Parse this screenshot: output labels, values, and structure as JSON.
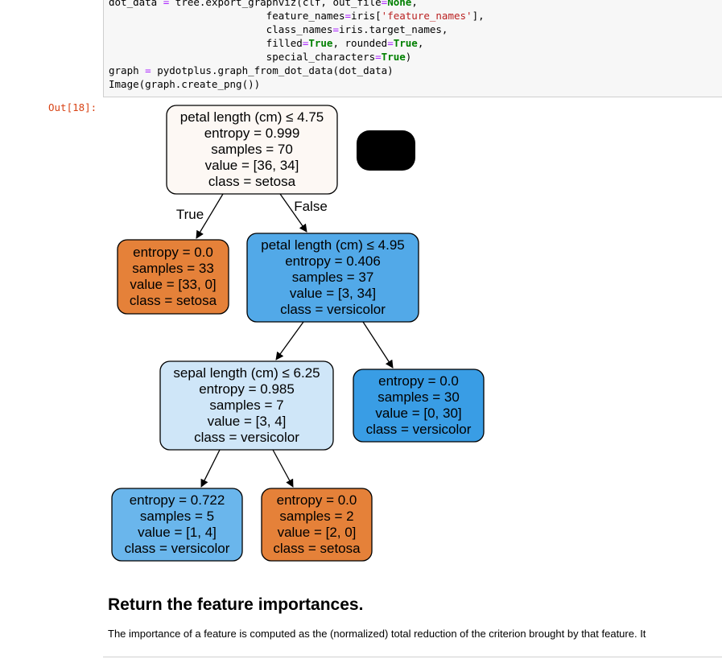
{
  "code_cell": {
    "lines": [
      [
        {
          "t": "dot_data ",
          "c": ""
        },
        {
          "t": "=",
          "c": "op"
        },
        {
          "t": " tree.export_graphviz(clf, out_file",
          "c": ""
        },
        {
          "t": "=",
          "c": "op"
        },
        {
          "t": "None",
          "c": "kw"
        },
        {
          "t": ",",
          "c": ""
        }
      ],
      [
        {
          "t": "                          feature_names",
          "c": ""
        },
        {
          "t": "=",
          "c": "op"
        },
        {
          "t": "iris[",
          "c": ""
        },
        {
          "t": "'feature_names'",
          "c": "str"
        },
        {
          "t": "],",
          "c": ""
        }
      ],
      [
        {
          "t": "                          class_names",
          "c": ""
        },
        {
          "t": "=",
          "c": "op"
        },
        {
          "t": "iris.target_names,",
          "c": ""
        }
      ],
      [
        {
          "t": "                          filled",
          "c": ""
        },
        {
          "t": "=",
          "c": "op"
        },
        {
          "t": "True",
          "c": "kw"
        },
        {
          "t": ", rounded",
          "c": ""
        },
        {
          "t": "=",
          "c": "op"
        },
        {
          "t": "True",
          "c": "kw"
        },
        {
          "t": ",",
          "c": ""
        }
      ],
      [
        {
          "t": "                          special_characters",
          "c": ""
        },
        {
          "t": "=",
          "c": "op"
        },
        {
          "t": "True",
          "c": "kw"
        },
        {
          "t": ")",
          "c": ""
        }
      ],
      [
        {
          "t": "graph ",
          "c": ""
        },
        {
          "t": "=",
          "c": "op"
        },
        {
          "t": " pydotplus.graph_from_dot_data(dot_data)",
          "c": ""
        }
      ],
      [
        {
          "t": "Image(graph.create_png())",
          "c": ""
        }
      ]
    ]
  },
  "output": {
    "prompt": "Out[18]:"
  },
  "tree": {
    "colors": {
      "setosa_pure": "#e58139",
      "root": "#fdf8f4",
      "versi_1": "#52a9e8",
      "versi_pure": "#399de5",
      "versi_light": "#cfe6f8",
      "versi_2": "#6ab6ec"
    },
    "nodes": [
      {
        "id": "n0",
        "lines": [
          "petal length (cm) ≤ 4.75",
          "entropy = 0.999",
          "samples = 70",
          "value = [36, 34]",
          "class = setosa"
        ]
      },
      {
        "id": "n1",
        "lines": [
          "entropy = 0.0",
          "samples = 33",
          "value = [33, 0]",
          "class = setosa"
        ]
      },
      {
        "id": "n2",
        "lines": [
          "petal length (cm) ≤ 4.95",
          "entropy = 0.406",
          "samples = 37",
          "value = [3, 34]",
          "class = versicolor"
        ]
      },
      {
        "id": "n3",
        "lines": [
          "sepal length (cm) ≤ 6.25",
          "entropy = 0.985",
          "samples = 7",
          "value = [3, 4]",
          "class = versicolor"
        ]
      },
      {
        "id": "n4",
        "lines": [
          "entropy = 0.0",
          "samples = 30",
          "value = [0, 30]",
          "class = versicolor"
        ]
      },
      {
        "id": "n5",
        "lines": [
          "entropy = 0.722",
          "samples = 5",
          "value = [1, 4]",
          "class = versicolor"
        ]
      },
      {
        "id": "n6",
        "lines": [
          "entropy = 0.0",
          "samples = 2",
          "value = [2, 0]",
          "class = setosa"
        ]
      }
    ],
    "edge_labels": {
      "true": "True",
      "false": "False"
    }
  },
  "markdown": {
    "heading": "Return the feature importances.",
    "text": "The importance of a feature is computed as the (normalized) total reduction of the criterion brought by that feature. It"
  }
}
